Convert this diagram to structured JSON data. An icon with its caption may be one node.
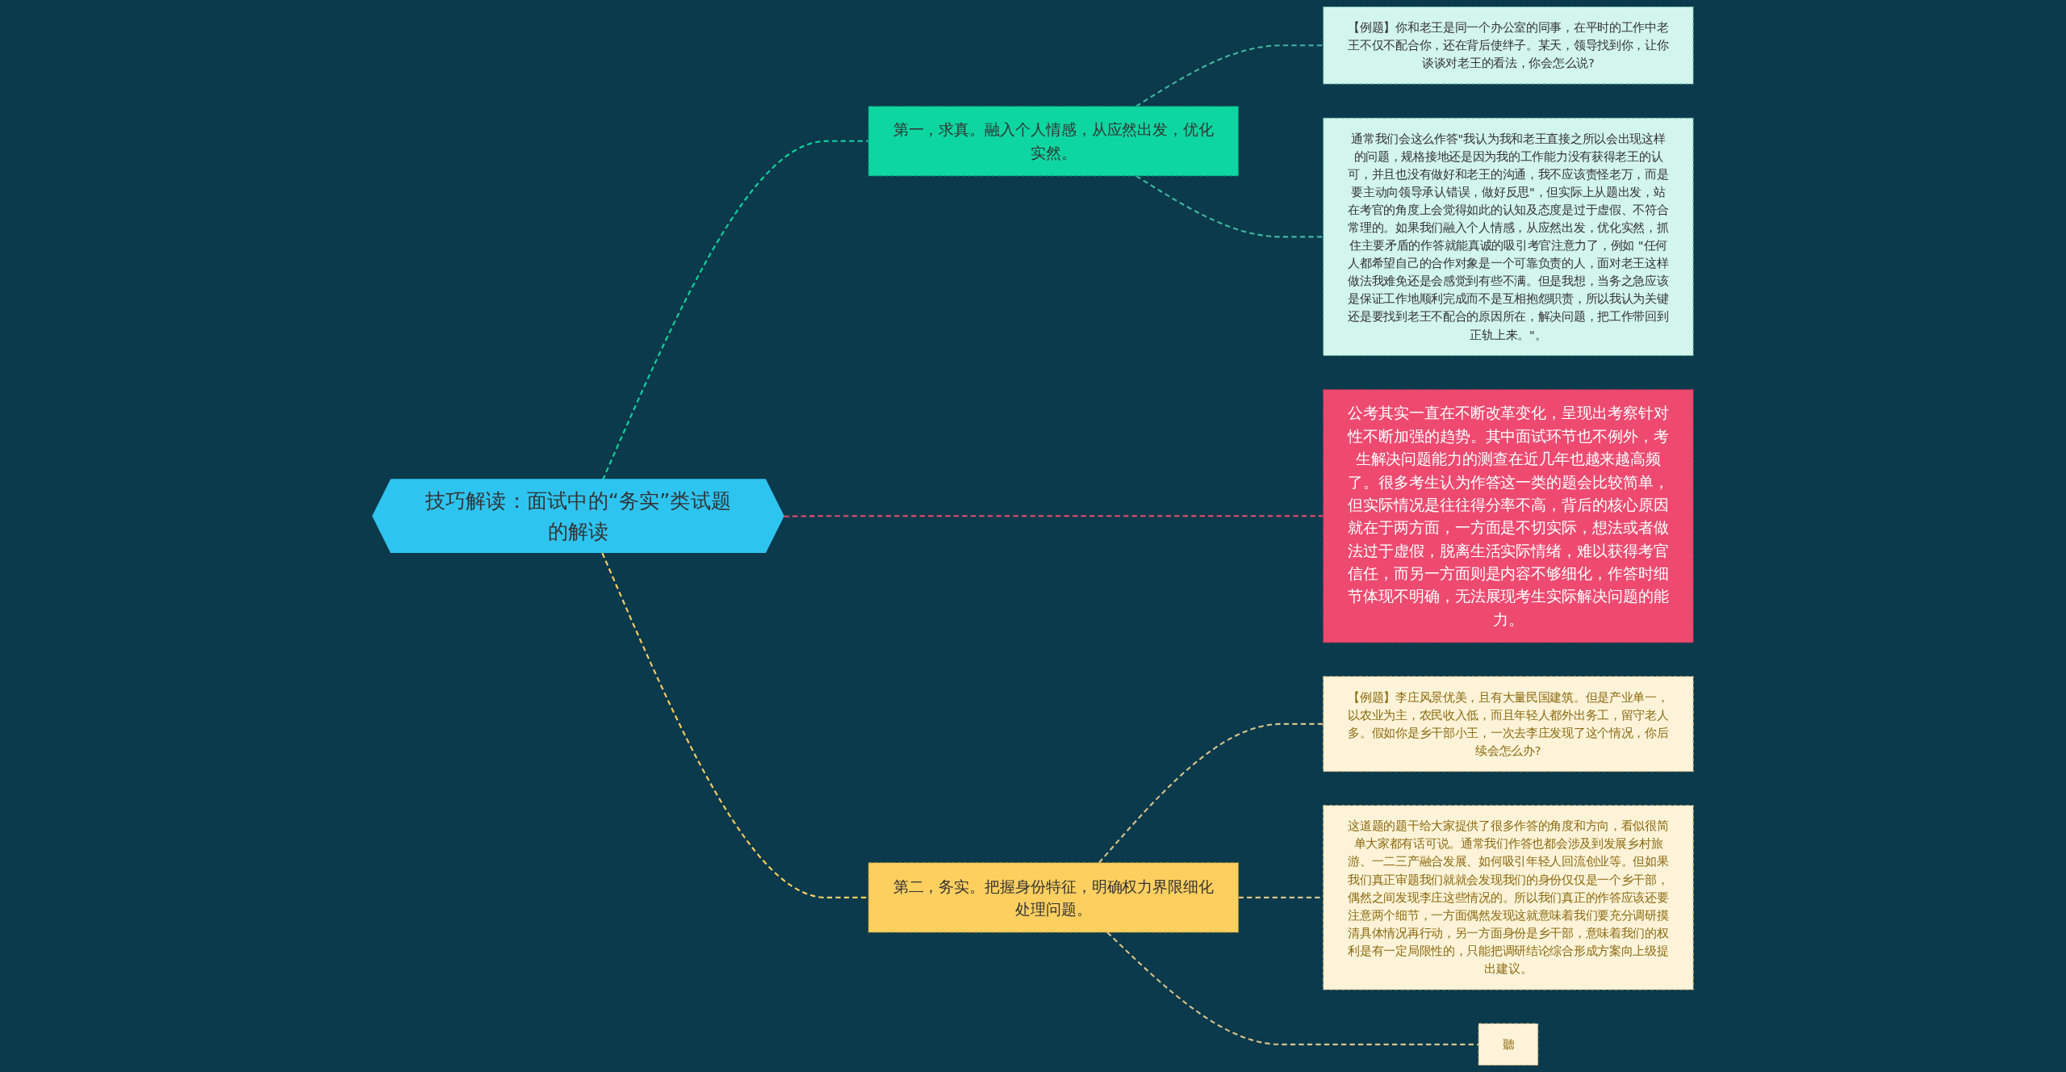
{
  "diagram": {
    "nodes": [
      {
        "text": [
          "技巧解读：面试中的“务实”类试题的解读"
        ]
      },
      {
        "text": [
          "第一，求真。融入个人情感，从应然出发，优化实然。"
        ]
      },
      {
        "text": [
          "【例题】你和老王是同一个办公室的同事，在平时的工作中老王不仅不配合你，还在背后使绊子。某天，领导找到你，让你谈谈对老王的看法，你会怎么说?"
        ]
      },
      {
        "text": [
          "通常我们会这么作答\"我认为我和老王直接之所以会出现这样的问题，规格接地还是因为我的工作能力没有获得老王的认可，并且也没有做好和老王的沟通，我不应该责怪老万，而是要主动向领导承认错误，做好反思\"，但实际上从题出发，站在考官的角度上会觉得如此的认知及态度是过于虚假、不符合常理的。如果我们融入个人情感，从应然出发，优化实然，抓住主要矛盾的作答就能真诚的吸引考官注意力了，例如 \"任何人都希望自己的合作对象是一个可靠负责的人，面对老王这样做法我难免还是会感觉到有些不满。但是我想，当务之急应该是保证工作地顺利完成而不是互相抱怨职责，所以我认为关键还是要找到老王不配合的原因所在，解决问题，把工作带回到正轨上来。\"。"
        ]
      },
      {
        "text": [
          "公考其实一直在不断改革变化，呈现出考察针对性不断加强的趋势。其中面试环节也不例外，考生解决问题能力的测查在近几年也越来越高频了。很多考生认为作答这一类的题会比较简单，但实际情况是往往得分率不高，背后的核心原因就在于两方面，一方面是不切实际，想法或者做法过于虚假，脱离生活实际情绪，难以获得考官信任，而另一方面则是内容不够细化，作答时细节体现不明确，无法展现考生实际解决问题的能力。"
        ]
      },
      {
        "text": [
          "第二，务实。把握身份特征，明确权力界限细化处理问题。"
        ]
      },
      {
        "text": [
          "【例题】李庄风景优美，且有大量民国建筑。但是产业单一，以农业为主，农民收入低，而且年轻人都外出务工，留守老人多。假如你是乡干部小王，一次去李庄发现了这个情况，你后续会怎么办?"
        ]
      },
      {
        "text": [
          "这道题的题干给大家提供了很多作答的角度和方向，看似很简单大家都有话可说。通常我们作答也都会涉及到发展乡村旅游、一二三产融合发展、如何吸引年轻人回流创业等。但如果我们真正审题我们就就会发现我们的身份仅仅是一个乡干部，偶然之间发现李庄这些情况的。所以我们真正的作答应该还要注意两个细节，一方面偶然发现这就意味着我们要充分调研摸清具体情况再行动，另一方面身份是乡干部，意味着我们的权利是有一定局限性的，只能把调研结论综合形成方案向上级提出建议。"
        ]
      },
      {
        "text": [
          "聽"
        ]
      }
    ],
    "edges": [
      {
        "from": 0,
        "to": 1,
        "arrow": "none",
        "style": "dashed",
        "color": "#0ed6a0"
      },
      {
        "from": 1,
        "to": 2,
        "arrow": "none",
        "style": "dashed",
        "color": "#3fb8a0"
      },
      {
        "from": 1,
        "to": 3,
        "arrow": "none",
        "style": "dashed",
        "color": "#3fb8a0"
      },
      {
        "from": 0,
        "to": 4,
        "arrow": "none",
        "style": "dashed",
        "color": "#ee4a70"
      },
      {
        "from": 0,
        "to": 5,
        "arrow": "none",
        "style": "dashed",
        "color": "#fdcf5f"
      },
      {
        "from": 5,
        "to": 6,
        "arrow": "none",
        "style": "dashed",
        "color": "#d9c48a"
      },
      {
        "from": 5,
        "to": 7,
        "arrow": "none",
        "style": "dashed",
        "color": "#d9c48a"
      },
      {
        "from": 5,
        "to": 8,
        "arrow": "none",
        "style": "dashed",
        "color": "#d9c48a"
      }
    ]
  }
}
